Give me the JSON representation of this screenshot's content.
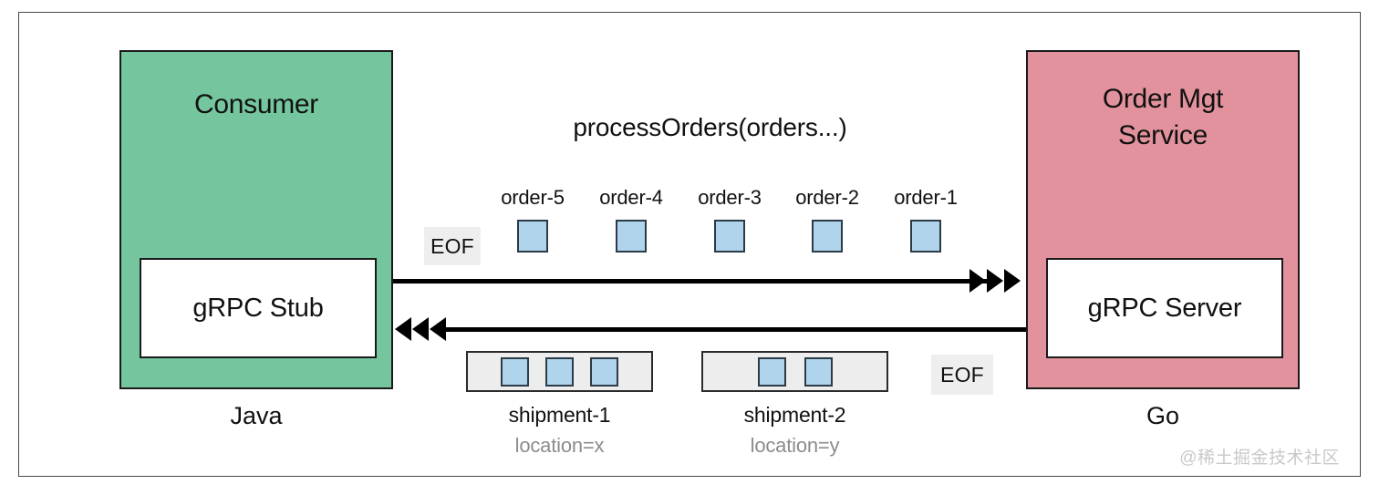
{
  "diagram": {
    "method_call": "processOrders(orders...)",
    "watermark": "@稀土掘金技术社区",
    "colors": {
      "consumer_fill": "#75c69f",
      "server_fill": "#e2929c",
      "payload_fill": "#b0d4ec",
      "tray_fill": "#ededed",
      "eof_fill": "#eeeeee",
      "stroke": "#1a1a1a",
      "meta_text": "#8c8c8c"
    },
    "left_service": {
      "title": "Consumer",
      "inner_label": "gRPC Stub",
      "language": "Java"
    },
    "right_service": {
      "title": "Order Mgt\nService",
      "title_line1": "Order Mgt",
      "title_line2": "Service",
      "inner_label": "gRPC Server",
      "language": "Go"
    },
    "request_stream": {
      "eof_label": "EOF",
      "items": [
        {
          "label": "order-5"
        },
        {
          "label": "order-4"
        },
        {
          "label": "order-3"
        },
        {
          "label": "order-2"
        },
        {
          "label": "order-1"
        }
      ]
    },
    "response_stream": {
      "eof_label": "EOF",
      "shipments": [
        {
          "name": "shipment-1",
          "meta": "location=x",
          "payload_count": 3
        },
        {
          "name": "shipment-2",
          "meta": "location=y",
          "payload_count": 2
        }
      ]
    },
    "arrows": {
      "request_direction": "right",
      "request_head_count": 3,
      "response_direction": "left",
      "response_head_count": 3
    }
  }
}
